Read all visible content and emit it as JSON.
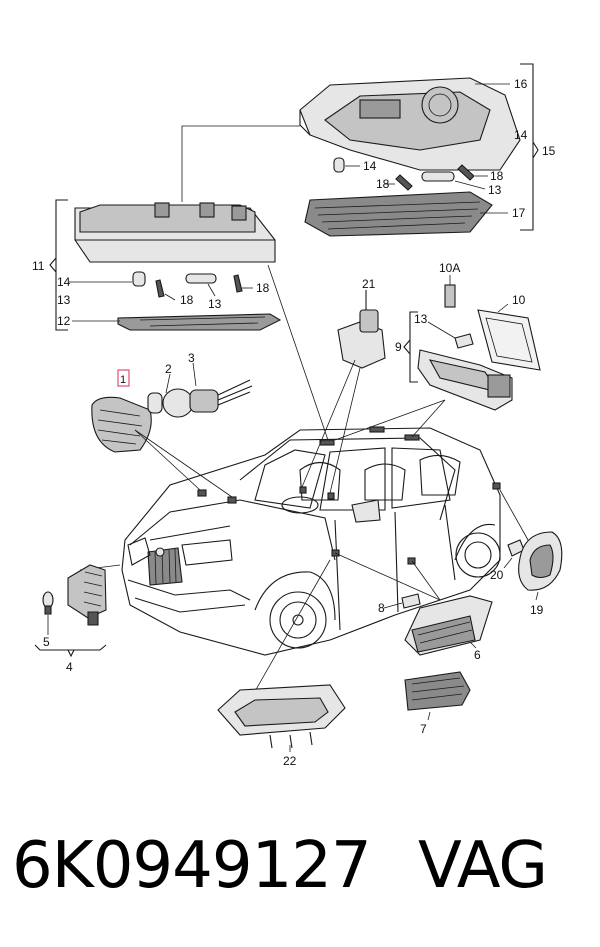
{
  "callouts": {
    "c1": "1",
    "c2": "2",
    "c3": "3",
    "c4": "4",
    "c5": "5",
    "c6": "6",
    "c7": "7",
    "c8": "8",
    "c9": "9",
    "c10": "10",
    "c10a": "10A",
    "c11": "11",
    "c12": "12",
    "c13a": "13",
    "c13b": "13",
    "c13c": "13",
    "c13d": "13",
    "c14a": "14",
    "c14b": "14",
    "c14c": "14",
    "c15": "15",
    "c16": "16",
    "c17": "17",
    "c18a": "18",
    "c18b": "18",
    "c18c": "18",
    "c18d": "18",
    "c19": "19",
    "c20": "20",
    "c21": "21",
    "c22": "22"
  },
  "footer": {
    "part_number": "6K0949127",
    "brand": "VAG"
  },
  "colors": {
    "highlight_box": "#e05070",
    "ink": "#1a1a1a",
    "background": "#ffffff"
  }
}
